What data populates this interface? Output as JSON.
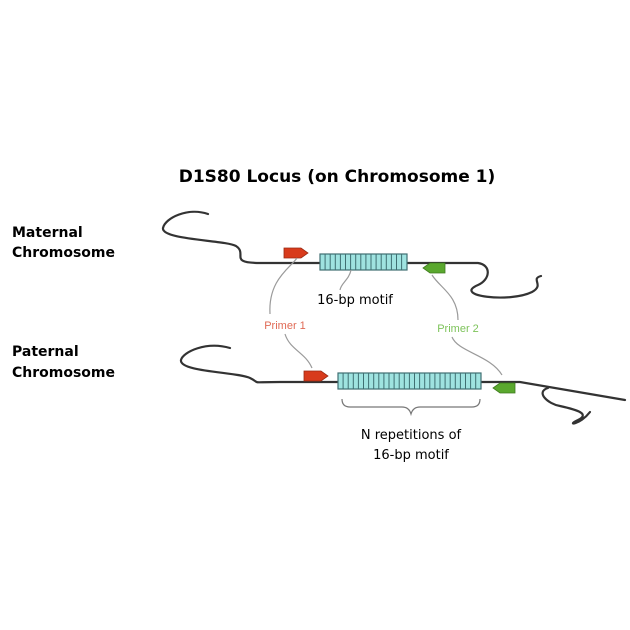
{
  "diagram": {
    "title": "D1S80 Locus (on Chromosome  1)",
    "maternal_label": [
      "Maternal",
      "Chromosome"
    ],
    "paternal_label": [
      "Paternal",
      "Chromosome"
    ],
    "primer1_label": "Primer 1",
    "primer2_label": "Primer 2",
    "motif_label": "16-bp motif",
    "repetitions_label": [
      "N repetitions of",
      "16-bp motif"
    ],
    "colors": {
      "primer1": "#d83b1c",
      "primer2": "#5aa82e",
      "primer1_text": "#e06a55",
      "primer2_text": "#7dc35a",
      "repeat_fill": "#9fe3e0",
      "strand": "#333333"
    }
  }
}
